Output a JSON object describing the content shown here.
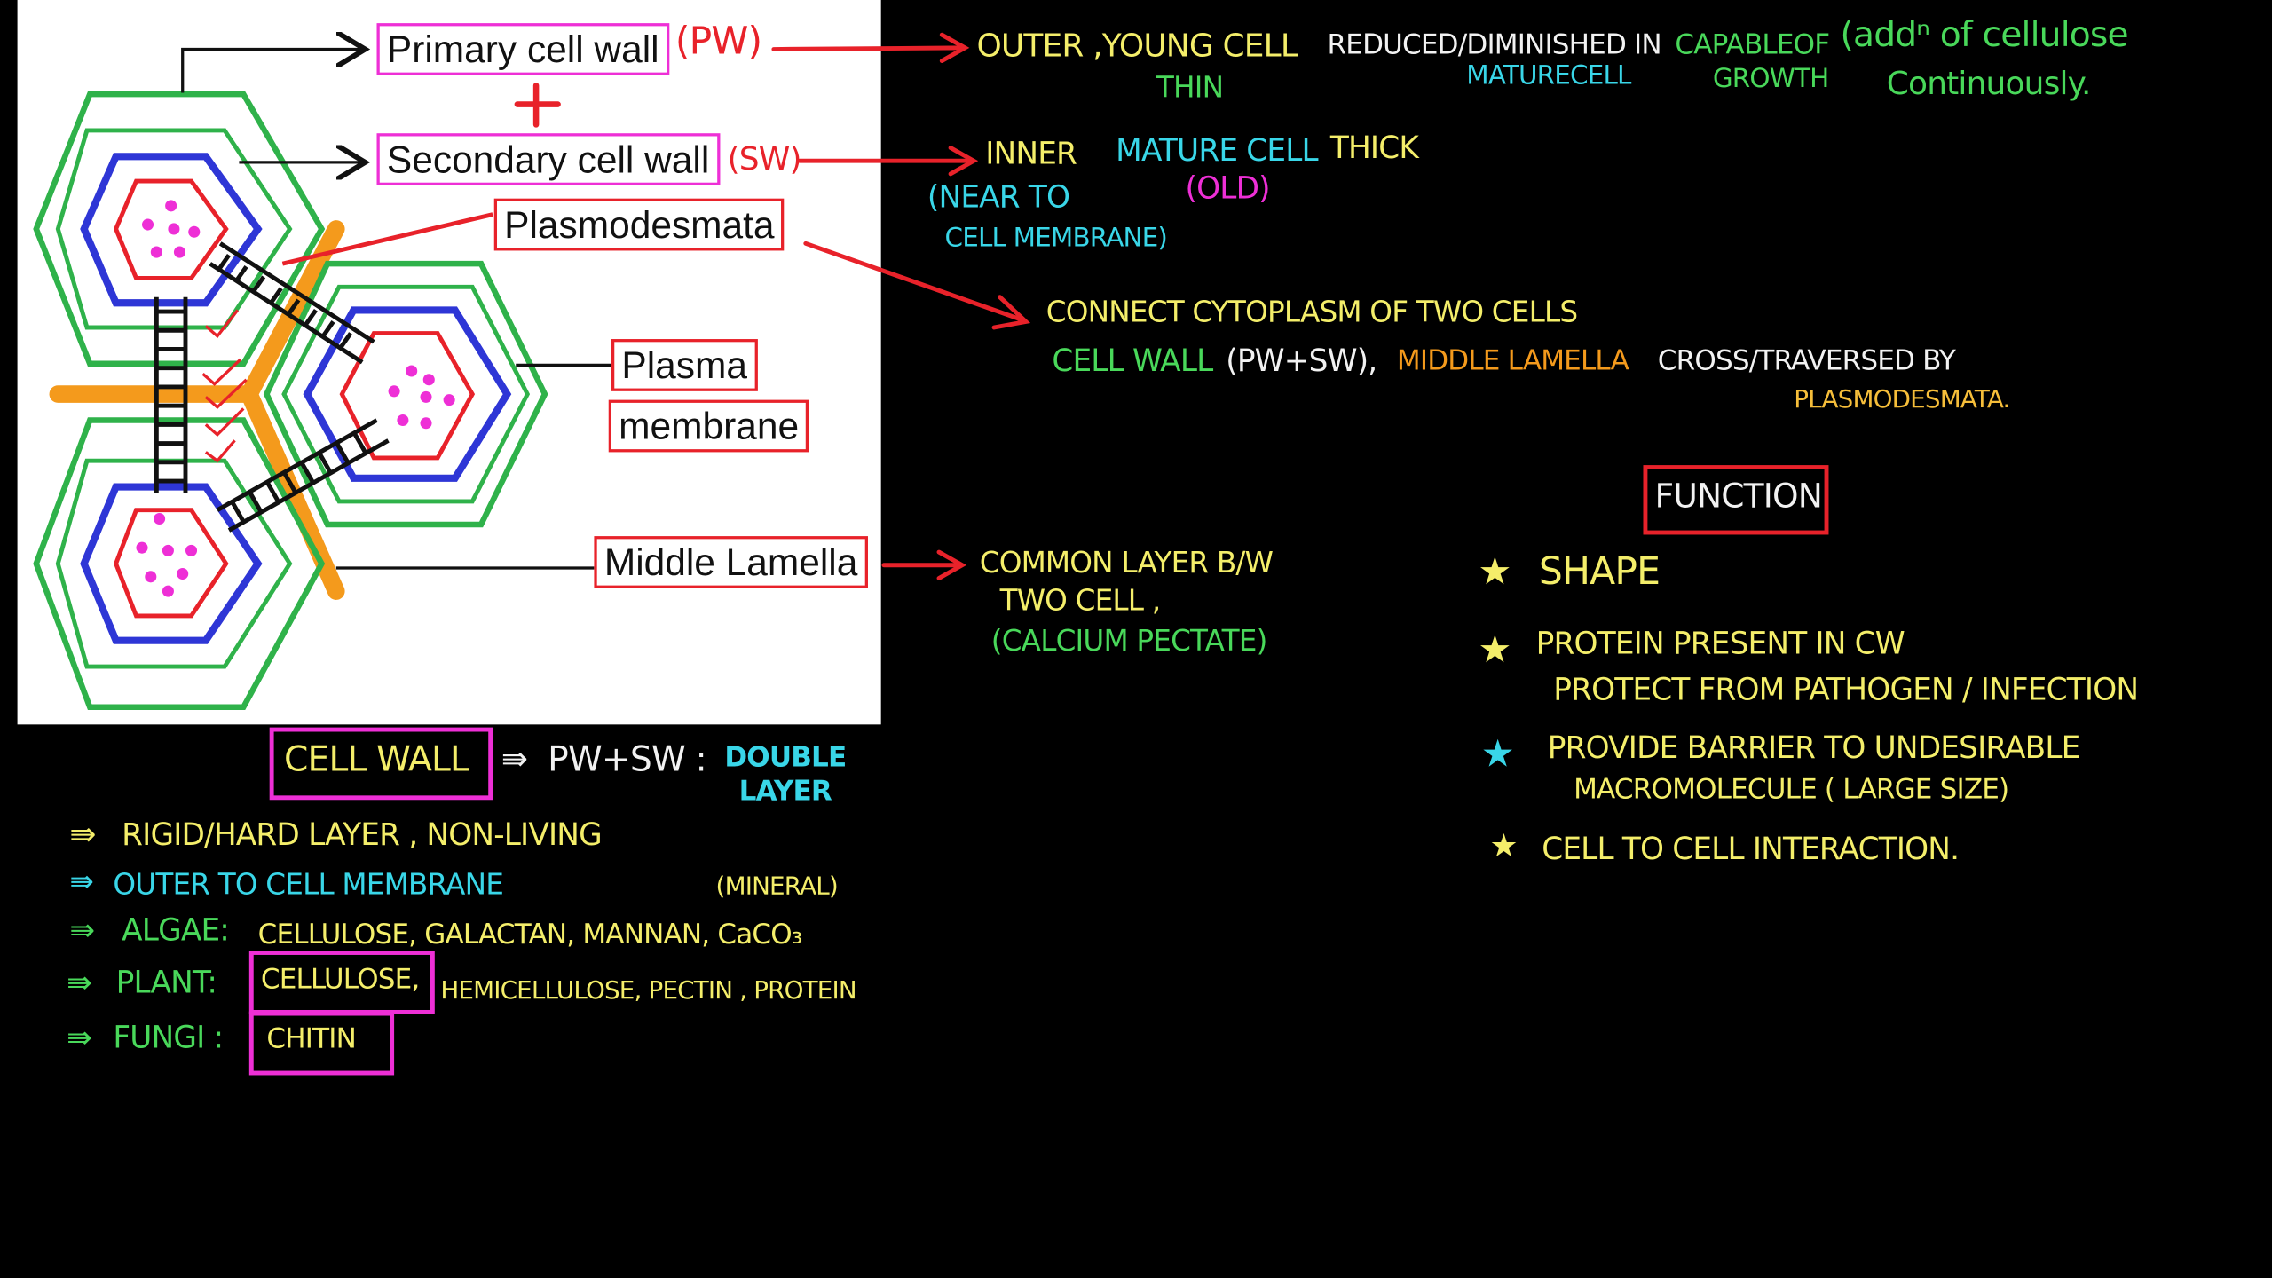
{
  "diagram": {
    "labels": {
      "primary_wall": "Primary cell wall",
      "secondary_wall": "Secondary cell wall",
      "plasmodesmata": "Plasmodesmata",
      "plasma": "Plasma",
      "membrane": "membrane",
      "middle_lamella": "Middle Lamella"
    },
    "plus": "+",
    "abbr_pw": "(PW)",
    "abbr_sw": "(SW)"
  },
  "notes": {
    "pw": {
      "outer_young": "OUTER ,YOUNG CELL",
      "thin": "THIN",
      "reduced": "REDUCED/DIMINISHED IN",
      "mature_cell": "MATURECELL",
      "capable": "CAPABLEOF",
      "growth": "GROWTH",
      "addition": "(addⁿ of cellulose",
      "continuously": "Continuously."
    },
    "sw": {
      "inner": "INNER",
      "mature_cell": "MATURE CELL",
      "thick": "THICK",
      "old": "(OLD)",
      "near_to": "(NEAR TO",
      "cell_membrane": "CELL MEMBRANE)"
    },
    "plasmodesmata": {
      "connect": "CONNECT CYTOPLASM OF TWO CELLS",
      "cell_wall": "CELL WALL",
      "pw_sw": "(PW+SW),",
      "middle_lamella": "MIDDLE LAMELLA",
      "crossed": "CROSS/TRAVERSED BY",
      "plasmodesmata": "PLASMODESMATA."
    },
    "middle_lamella": {
      "line1": "COMMON LAYER B/W",
      "line2": "TWO CELL ,",
      "line3": "(CALCIUM PECTATE)"
    }
  },
  "cell_wall_summary": {
    "title": "CELL WALL",
    "arrow": "⇛",
    "formula": "PW+SW :",
    "double": "DOUBLE",
    "layer": "LAYER",
    "bullets": [
      {
        "marker": "⇛",
        "text": "RIGID/HARD LAYER , NON-LIVING"
      },
      {
        "marker": "⇛",
        "text": "OUTER TO CELL MEMBRANE",
        "aside": "(MINERAL)"
      },
      {
        "marker": "⇛",
        "head": "ALGAE:",
        "text": "CELLULOSE, GALACTAN, MANNAN, CaCO₃"
      },
      {
        "marker": "⇛",
        "head": "PLANT:",
        "boxed": "CELLULOSE,",
        "text": "HEMICELLULOSE, PECTIN , PROTEIN"
      },
      {
        "marker": "⇛",
        "head": "FUNGI :",
        "boxed": "CHITIN"
      }
    ]
  },
  "function": {
    "title": "FUNCTION",
    "items": [
      {
        "star": "★",
        "text": "SHAPE"
      },
      {
        "star": "★",
        "text": "PROTEIN PRESENT IN CW",
        "text2": "PROTECT FROM  PATHOGEN / INFECTION"
      },
      {
        "star": "★",
        "text": "PROVIDE BARRIER TO UNDESIRABLE",
        "text2": "MACROMOLECULE ( LARGE SIZE)"
      },
      {
        "star": "★",
        "text": "CELL TO CELL INTERACTION."
      }
    ]
  },
  "colors": {
    "background": "#000000",
    "yellow": "#f4ee6a",
    "green": "#49d85a",
    "cyan": "#39d6e8",
    "red": "#e8222a",
    "orange": "#f49a1c",
    "magenta": "#ee2fd6",
    "blue_wall": "#2e36d6",
    "green_wall": "#2fb24a"
  }
}
